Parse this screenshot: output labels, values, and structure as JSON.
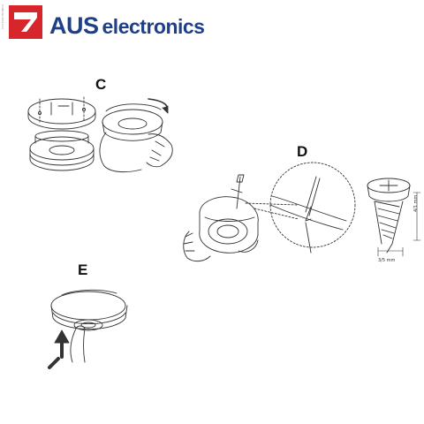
{
  "brand": {
    "name_prefix": "AUS",
    "name_suffix": "electronics",
    "vertical_text": "AUS ELECTRONICS",
    "colors": {
      "red": "#d6262c",
      "blue": "#1e3f8a"
    }
  },
  "steps": {
    "c": "C",
    "d": "D",
    "e": "E"
  },
  "dimensions": {
    "length": "4/1 mm",
    "width": "3/5 mm"
  },
  "icons": [
    "brand-logo-icon",
    "smoke-detector",
    "hand",
    "screwdriver",
    "screw",
    "arrow"
  ]
}
